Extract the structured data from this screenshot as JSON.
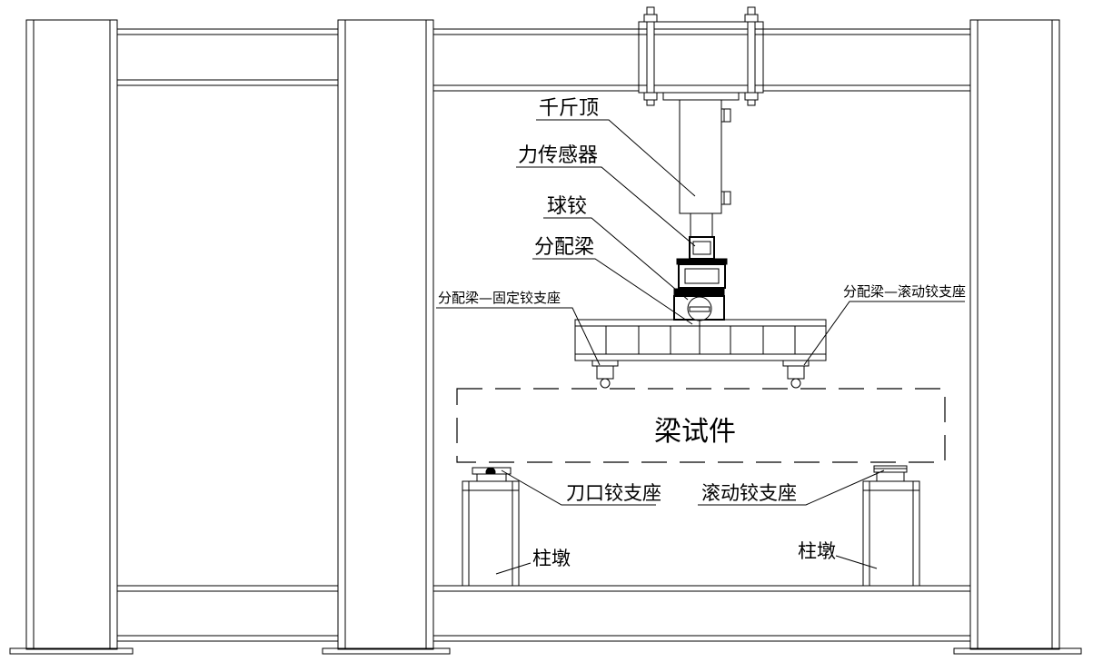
{
  "labels": {
    "jack": "千斤顶",
    "force_sensor": "力传感器",
    "ball_hinge": "球铰",
    "distribution_beam": "分配梁",
    "dist_fixed_support": "分配梁—固定铰支座",
    "dist_roller_support": "分配梁—滚动铰支座",
    "specimen": "梁试件",
    "knife_support": "刀口铰支座",
    "roller_support": "滚动铰支座",
    "pier_left": "柱墩",
    "pier_right": "柱墩"
  }
}
